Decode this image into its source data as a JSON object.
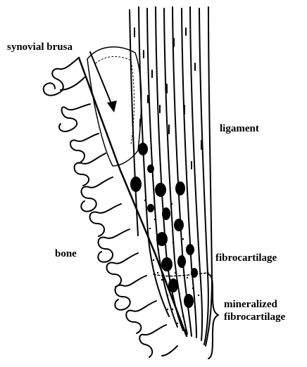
{
  "labels": {
    "synovial": "synovial brusa",
    "ligament": "ligament",
    "bone": "bone",
    "fibrocartilage": "fibrocartilage",
    "mineralized_line1": "mineralized",
    "mineralized_line2": "fibrocartilage"
  },
  "colors": {
    "ink": "#000000",
    "paper": "#ffffff"
  }
}
